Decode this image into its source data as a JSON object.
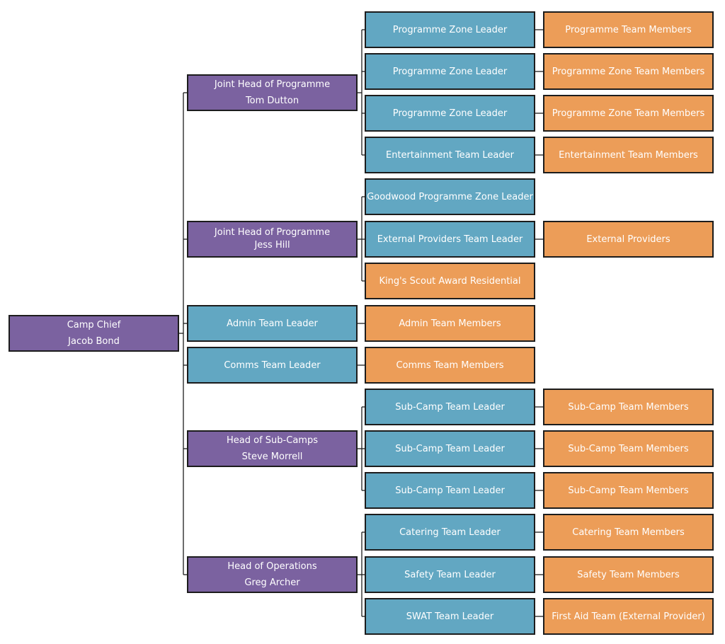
{
  "nodes": {
    "camp_chief": {
      "title": "Camp Chief",
      "name": "Jacob Bond"
    },
    "head_programme_1": {
      "title": "Joint Head of Programme",
      "name": "Tom Dutton"
    },
    "head_programme_2": {
      "title": "Joint Head of Programme",
      "name": "Jess Hill"
    },
    "admin_leader": {
      "title": "Admin Team Leader"
    },
    "comms_leader": {
      "title": "Comms Team Leader"
    },
    "head_subcamps": {
      "title": "Head of Sub-Camps",
      "name": "Steve Morrell"
    },
    "head_operations": {
      "title": "Head of Operations",
      "name": "Greg Archer"
    },
    "prog_zone_leader_1": {
      "title": "Programme Zone Leader"
    },
    "prog_zone_leader_2": {
      "title": "Programme Zone Leader"
    },
    "prog_zone_leader_3": {
      "title": "Programme Zone Leader"
    },
    "entertainment_leader": {
      "title": "Entertainment Team Leader"
    },
    "goodwood_leader": {
      "title": "Goodwood Programme Zone Leader"
    },
    "external_providers_leader": {
      "title": "External Providers Team Leader"
    },
    "kings_scout": {
      "title": "King's Scout Award Residential"
    },
    "admin_members": {
      "title": "Admin Team Members"
    },
    "comms_members": {
      "title": "Comms Team Members"
    },
    "subcamp_leader_1": {
      "title": "Sub-Camp Team Leader"
    },
    "subcamp_leader_2": {
      "title": "Sub-Camp Team Leader"
    },
    "subcamp_leader_3": {
      "title": "Sub-Camp Team Leader"
    },
    "catering_leader": {
      "title": "Catering Team Leader"
    },
    "safety_leader": {
      "title": "Safety Team Leader"
    },
    "swat_leader": {
      "title": "SWAT Team Leader"
    },
    "programme_team_members": {
      "title": "Programme Team Members"
    },
    "prog_zone_members_1": {
      "title": "Programme Zone Team Members"
    },
    "prog_zone_members_2": {
      "title": "Programme Zone Team Members"
    },
    "entertainment_members": {
      "title": "Entertainment Team Members"
    },
    "external_providers": {
      "title": "External Providers"
    },
    "subcamp_members_1": {
      "title": "Sub-Camp Team Members"
    },
    "subcamp_members_2": {
      "title": "Sub-Camp Team Members"
    },
    "subcamp_members_3": {
      "title": "Sub-Camp Team Members"
    },
    "catering_members": {
      "title": "Catering Team Members"
    },
    "safety_members": {
      "title": "Safety Team Members"
    },
    "first_aid": {
      "title": "First Aid Team (External Provider)"
    }
  },
  "colors": {
    "management": "#7b62a0",
    "team_leader": "#62a7c2",
    "team_members": "#ec9d58",
    "border": "#1c1c1c",
    "connector": "#1c1c1c"
  }
}
